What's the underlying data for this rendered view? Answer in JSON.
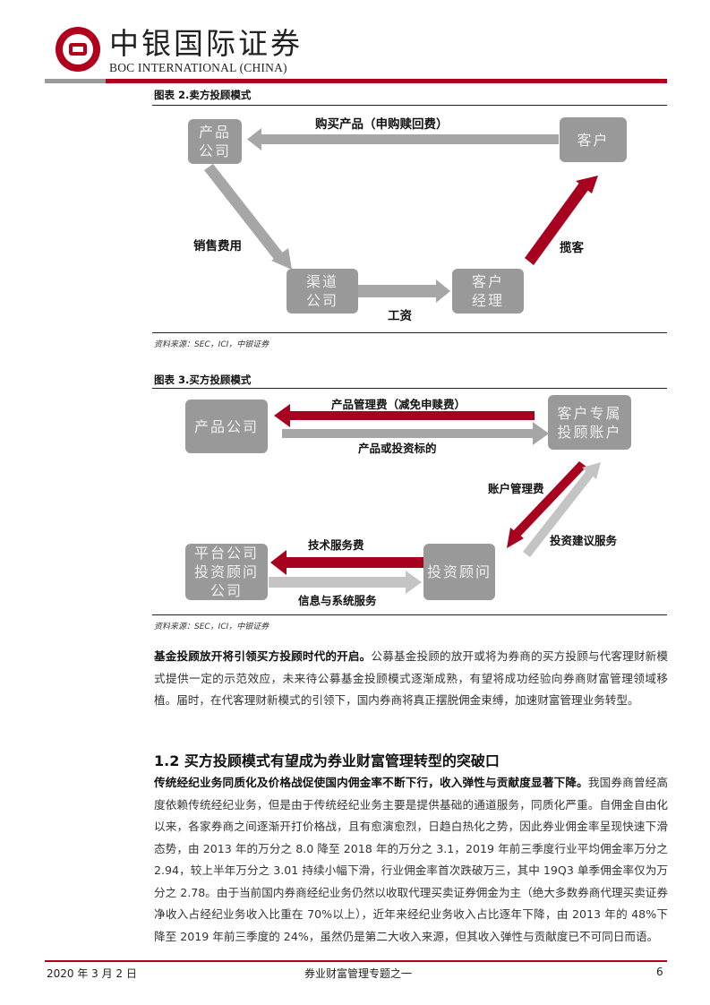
{
  "header": {
    "brand_cn": "中银国际证券",
    "brand_en": "BOC INTERNATIONAL (CHINA)",
    "logo": "boc-logo-icon",
    "colors": {
      "brand_red": "#b0001e",
      "bar_gray": "#9a9a9a",
      "box_gray": "#999999"
    }
  },
  "figure2": {
    "title": "图表 2.卖方投顾模式",
    "boxes": {
      "product_company": [
        "产品",
        "公司"
      ],
      "client": [
        "客户"
      ],
      "channel_company": [
        "渠道",
        "公司"
      ],
      "account_manager": [
        "客户",
        "经理"
      ]
    },
    "labels": {
      "purchase": "购买产品（申购赎回费）",
      "sales_fee": "销售费用",
      "salary": "工资",
      "acquire_clients": "揽客"
    },
    "source": "资料来源：SEC，ICI，中银证券"
  },
  "figure3": {
    "title": "图表 3.买方投顾模式",
    "boxes": {
      "product_company": [
        "产品公司"
      ],
      "client_account": [
        "客户专属",
        "投顾账户"
      ],
      "platform_company": [
        "平台公司",
        "投资顾问",
        "公司"
      ],
      "advisor": [
        "投资顾问"
      ]
    },
    "labels": {
      "mgmt_fee": "产品管理费（减免申赎费）",
      "products": "产品或投资标的",
      "account_fee": "账户管理费",
      "advice": "投资建议服务",
      "tech_fee": "技术服务费",
      "info_service": "信息与系统服务"
    },
    "source": "资料来源：SEC，ICI，中银证券"
  },
  "body": {
    "para1_bold": "基金投顾放开将引领买方投顾时代的开启。",
    "para1": "公募基金投顾的放开或将为券商的买方投顾与代客理财新模式提供一定的示范效应，未来待公募基金投顾模式逐渐成熟，有望将成功经验向券商财富管理领域移植。届时，在代客理财新模式的引领下，国内券商将真正摆脱佣金束缚，加速财富管理业务转型。",
    "heading": "1.2 买方投顾模式有望成为券业财富管理转型的突破口",
    "para2_bold": "传统经纪业务同质化及价格战促使国内佣金率不断下行，收入弹性与贡献度显著下降。",
    "para2": "我国券商曾经高度依赖传统经纪业务，但是由于传统经纪业务主要是提供基础的通道服务，同质化严重。自佣金自由化以来，各家券商之间逐渐开打价格战，且有愈演愈烈，日趋白热化之势，因此券业佣金率呈现快速下滑态势，由 2013 年的万分之 8.0 降至 2018 年的万分之 3.1，2019 年前三季度行业平均佣金率万分之 2.94，较上半年万分之 3.01 持续小幅下滑，行业佣金率首次跌破万三，其中 19Q3 单季佣金率仅为万分之 2.78。由于当前国内券商经纪业务仍然以收取代理买卖证券佣金为主（绝大多数券商代理买卖证券净收入占经纪业务收入比重在 70%以上），近年来经纪业务收入占比逐年下降，由 2013 年的 48%下降至 2019 年前三季度的 24%，虽然仍是第二大收入来源，但其收入弹性与贡献度已不可同日而语。"
  },
  "footer": {
    "date": "2020 年 3 月 2 日",
    "title": "券业财富管理专题之一",
    "page": "6"
  }
}
